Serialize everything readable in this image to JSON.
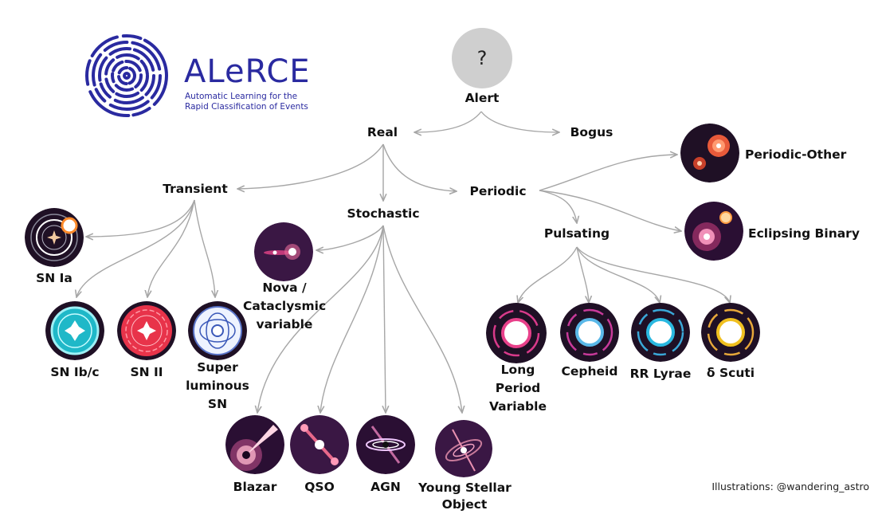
{
  "logo": {
    "name": "ALeRCE",
    "tagline_1": "Automatic Learning for the",
    "tagline_2": "Rapid Classification of Events",
    "color": "#2a2aa0"
  },
  "root": {
    "symbol": "?",
    "label": "Alert"
  },
  "nodes": {
    "real": "Real",
    "bogus": "Bogus",
    "transient": "Transient",
    "stochastic": "Stochastic",
    "periodic": "Periodic",
    "pulsating": "Pulsating",
    "sn_ia": "SN Ia",
    "sn_ibc": "SN Ib/c",
    "sn_ii": "SN II",
    "slsn": [
      "Super",
      "luminous",
      "SN"
    ],
    "nova": [
      "Nova /",
      "Cataclysmic",
      "variable"
    ],
    "blazar": "Blazar",
    "qso": "QSO",
    "agn": "AGN",
    "yso": [
      "Young Stellar",
      "Object"
    ],
    "periodic_other": "Periodic-Other",
    "eclipsing_binary": "Eclipsing Binary",
    "lpv": [
      "Long",
      "Period",
      "Variable"
    ],
    "cepheid": "Cepheid",
    "rr_lyrae": "RR Lyrae",
    "delta_scuti": "δ Scuti"
  },
  "credit": "Illustrations: @wandering_astro",
  "colors": {
    "arrow": "#a6a6a6",
    "icon_bg": "#2a0f33",
    "root_bg": "#cfcfcf"
  }
}
